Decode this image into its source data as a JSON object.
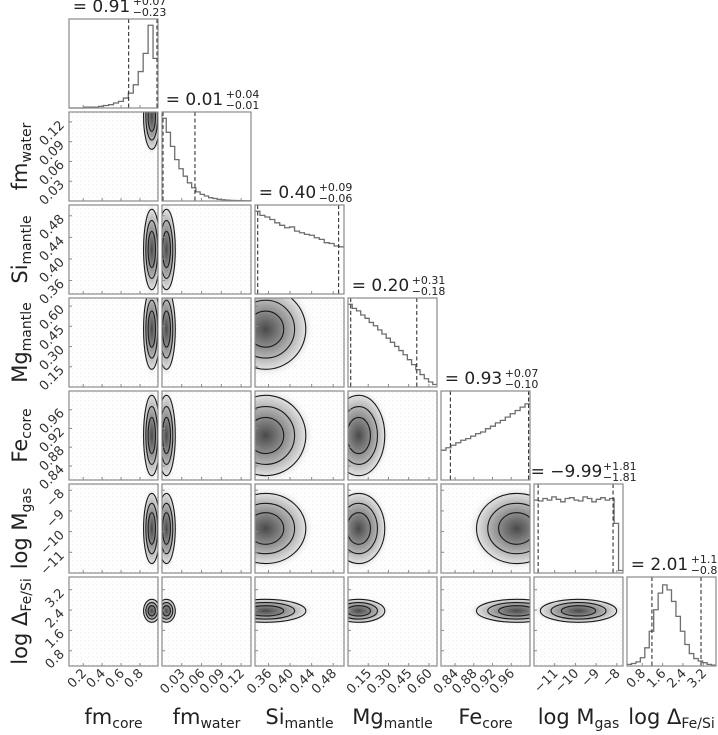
{
  "chart_data": {
    "type": "corner",
    "title": "",
    "parameters": [
      {
        "key": "fm_core",
        "label_main": "fm",
        "label_sub": "core",
        "median": "0.91",
        "plus": "+0.07",
        "minus": "−0.23",
        "range": [
          0.05,
          0.99
        ],
        "ticks": [
          0.2,
          0.4,
          0.6,
          0.8
        ],
        "tick_labels": [
          "0.2",
          "0.4",
          "0.6",
          "0.8"
        ],
        "quantiles": [
          0.68,
          0.98
        ],
        "hist": {
          "shape": "rising_exponential",
          "bins": [
            0,
            0,
            0,
            0.01,
            0.01,
            0.01,
            0.02,
            0.03,
            0.04,
            0.06,
            0.08,
            0.12,
            0.18,
            0.28,
            0.44,
            0.66,
            1.0,
            0.6
          ]
        }
      },
      {
        "key": "fm_water",
        "label_main": "fm",
        "label_sub": "water",
        "median": "0.01",
        "plus": "+0.04",
        "minus": "−0.01",
        "range": [
          0.0,
          0.135
        ],
        "ticks": [
          0.03,
          0.06,
          0.09,
          0.12
        ],
        "tick_labels": [
          "0.03",
          "0.06",
          "0.09",
          "0.12"
        ],
        "quantiles": [
          0.0,
          0.05
        ],
        "hist": {
          "shape": "decaying",
          "bins": [
            1.0,
            0.83,
            0.66,
            0.5,
            0.39,
            0.3,
            0.22,
            0.16,
            0.11,
            0.08,
            0.06,
            0.04,
            0.03,
            0.02,
            0.015,
            0.01,
            0.008,
            0.005,
            0.004,
            0.003,
            0.002
          ]
        }
      },
      {
        "key": "Si_mantle",
        "label_main": "Si",
        "label_sub": "mantle",
        "median": "0.40",
        "plus": "+0.09",
        "minus": "−0.06",
        "range": [
          0.335,
          0.5
        ],
        "ticks": [
          0.36,
          0.4,
          0.44,
          0.48
        ],
        "tick_labels": [
          "0.36",
          "0.40",
          "0.44",
          "0.48"
        ],
        "quantiles": [
          0.34,
          0.49
        ],
        "hist": {
          "shape": "declining_linear",
          "bins": [
            1.0,
            0.95,
            0.93,
            0.9,
            0.86,
            0.83,
            0.8,
            0.81,
            0.76,
            0.74,
            0.72,
            0.71,
            0.68,
            0.66,
            0.62,
            0.61,
            0.58,
            0.57
          ]
        }
      },
      {
        "key": "Mg_mantle",
        "label_main": "Mg",
        "label_sub": "mantle",
        "median": "0.20",
        "plus": "+0.31",
        "minus": "−0.18",
        "range": [
          0.0,
          0.66
        ],
        "ticks": [
          0.15,
          0.3,
          0.45,
          0.6
        ],
        "tick_labels": [
          "0.15",
          "0.30",
          "0.45",
          "0.60"
        ],
        "quantiles": [
          0.02,
          0.51
        ],
        "hist": {
          "shape": "declining_linear",
          "bins": [
            1.0,
            0.95,
            0.92,
            0.87,
            0.83,
            0.78,
            0.74,
            0.69,
            0.64,
            0.59,
            0.54,
            0.49,
            0.44,
            0.39,
            0.33,
            0.27,
            0.21,
            0.15,
            0.1,
            0.06,
            0.03
          ]
        }
      },
      {
        "key": "Fe_core",
        "label_main": "Fe",
        "label_sub": "core",
        "median": "0.93",
        "plus": "+0.07",
        "minus": "−0.10",
        "range": [
          0.81,
          1.0
        ],
        "ticks": [
          0.84,
          0.88,
          0.92,
          0.96
        ],
        "tick_labels": [
          "0.84",
          "0.88",
          "0.92",
          "0.96"
        ],
        "quantiles": [
          0.83,
          0.997
        ],
        "hist": {
          "shape": "rising_linear",
          "bins": [
            0.36,
            0.39,
            0.42,
            0.45,
            0.48,
            0.5,
            0.53,
            0.56,
            0.58,
            0.62,
            0.65,
            0.69,
            0.72,
            0.76,
            0.8,
            0.84,
            0.88,
            0.92
          ]
        }
      },
      {
        "key": "log_M_gas",
        "label_main": "log M",
        "label_sub": "gas",
        "median": "−9.99",
        "plus": "+1.81",
        "minus": "−1.81",
        "range": [
          -12.0,
          -7.7
        ],
        "ticks": [
          -11,
          -10,
          -9,
          -8
        ],
        "tick_labels": [
          "−11",
          "−10",
          "−9",
          "−8"
        ],
        "quantiles": [
          -11.8,
          -8.18
        ],
        "hist": {
          "shape": "flat",
          "bins": [
            0.88,
            0.87,
            0.9,
            0.88,
            0.92,
            0.89,
            0.86,
            0.9,
            0.91,
            0.88,
            0.87,
            0.92,
            0.9,
            0.86,
            0.89,
            0.91,
            0.88,
            0.9,
            0.6,
            0.03
          ]
        }
      },
      {
        "key": "log_Delta_FeSi",
        "label_main": "log Δ",
        "label_sub": "Fe/Si",
        "median": "2.01",
        "plus": "+1.10",
        "minus": "−0.83",
        "range": [
          0.2,
          3.7
        ],
        "ticks": [
          0.8,
          1.6,
          2.4,
          3.2
        ],
        "tick_labels": [
          "0.8",
          "1.6",
          "2.4",
          "3.2"
        ],
        "quantiles": [
          1.18,
          3.11
        ],
        "hist": {
          "shape": "gaussian",
          "bins": [
            0.02,
            0.03,
            0.05,
            0.1,
            0.22,
            0.42,
            0.68,
            0.88,
            0.98,
            0.92,
            0.78,
            0.6,
            0.42,
            0.26,
            0.15,
            0.09,
            0.06,
            0.04,
            0.02,
            0.01
          ]
        }
      }
    ],
    "layout": {
      "grid": "7x7 lower triangle",
      "diagonal": "1D histograms with dashed 16/84 percentile lines",
      "off_diagonal": "2D density with contours"
    },
    "title_format": "= median^{+upper}_{-lower}"
  }
}
